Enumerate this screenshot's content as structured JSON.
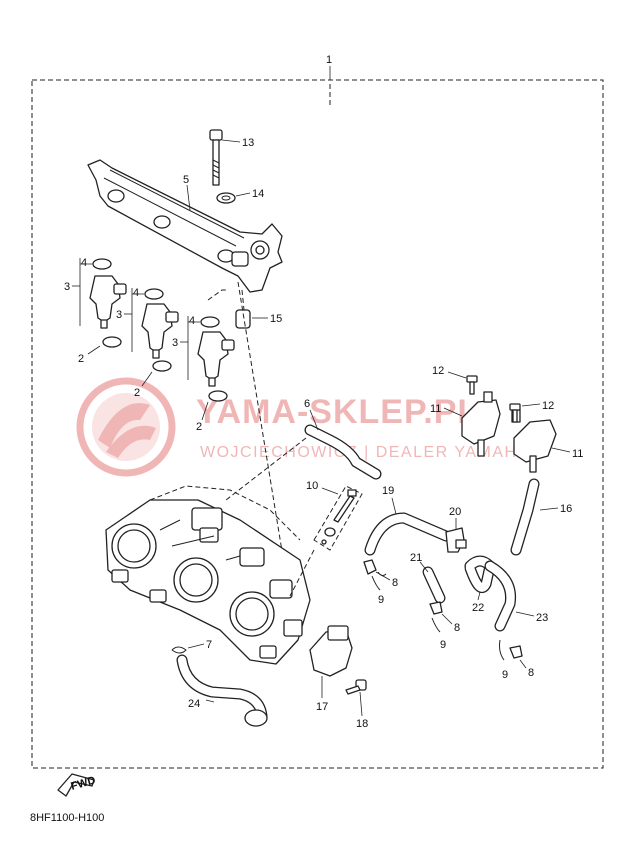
{
  "diagram": {
    "callouts": [
      "1",
      "2",
      "2",
      "2",
      "3",
      "3",
      "3",
      "4",
      "4",
      "4",
      "5",
      "6",
      "7",
      "8",
      "8",
      "8",
      "9",
      "9",
      "9",
      "10",
      "11",
      "11",
      "12",
      "12",
      "13",
      "14",
      "15",
      "16",
      "17",
      "18",
      "19",
      "20",
      "21",
      "22",
      "23",
      "24"
    ],
    "fwd_label": "FWD",
    "part_code": "8HF1100-H100"
  },
  "watermark": {
    "brand": "YAMA-SKLEP.PL",
    "dealer_line": "WOJCIECHOWICZ | DEALER YAMAHA",
    "color": "#e8a0a0"
  }
}
